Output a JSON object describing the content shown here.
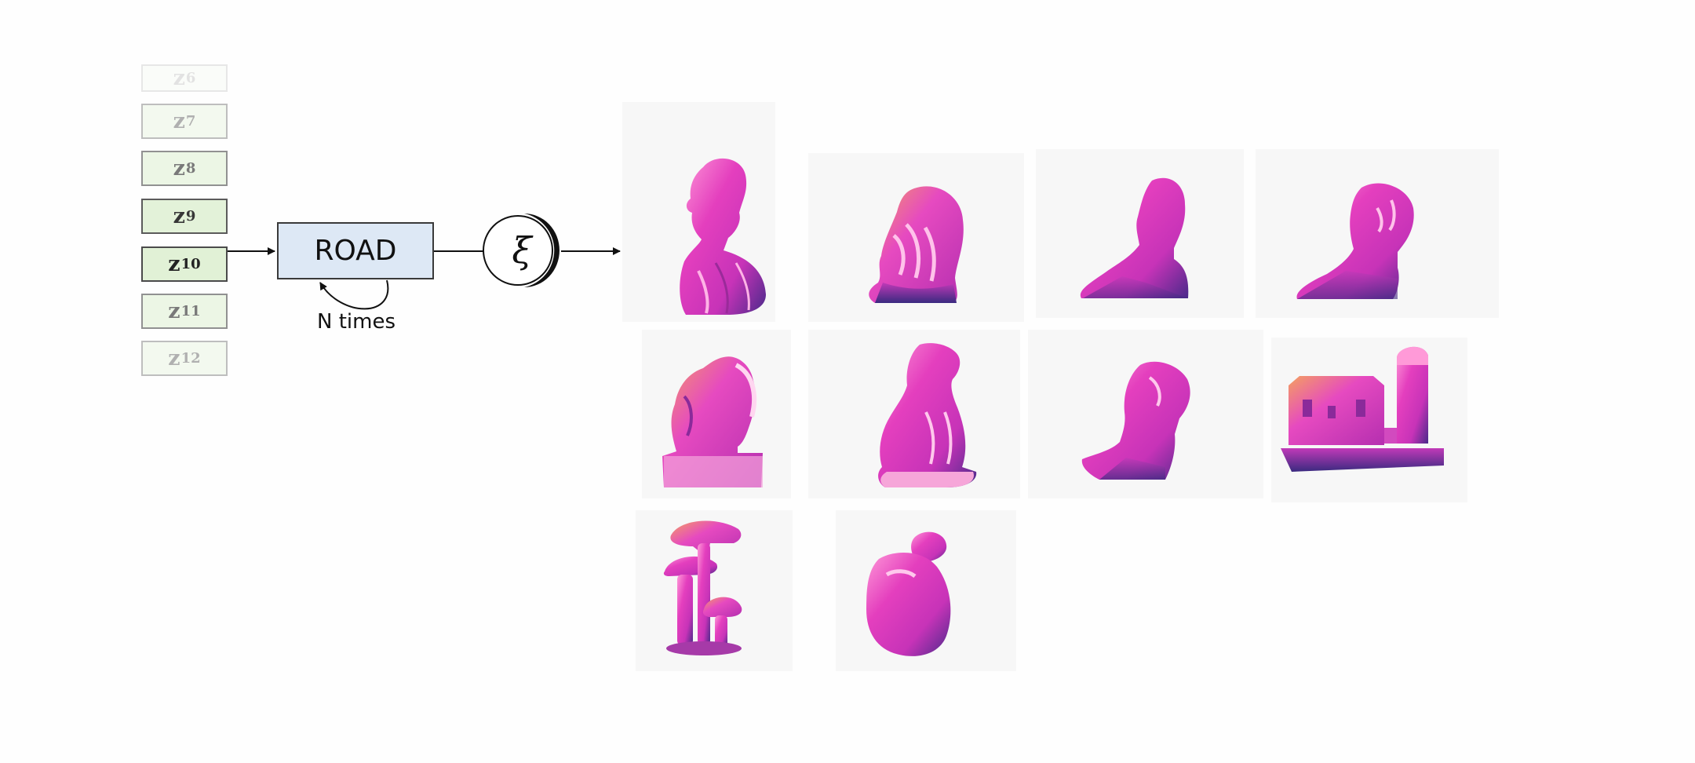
{
  "latents": [
    {
      "base": "z",
      "sub": "6",
      "opacity": 0.12
    },
    {
      "base": "z",
      "sub": "7",
      "opacity": 0.35
    },
    {
      "base": "z",
      "sub": "8",
      "opacity": 0.6
    },
    {
      "base": "z",
      "sub": "9",
      "opacity": 0.9
    },
    {
      "base": "z",
      "sub": "10",
      "opacity": 1.0
    },
    {
      "base": "z",
      "sub": "11",
      "opacity": 0.6
    },
    {
      "base": "z",
      "sub": "12",
      "opacity": 0.35
    }
  ],
  "road_label": "ROAD",
  "loop_label": "N times",
  "xi_symbol": "ξ",
  "models": [
    {
      "name": "bust-toga"
    },
    {
      "name": "bearded-head"
    },
    {
      "name": "bust-upturned-1"
    },
    {
      "name": "bust-upturned-2"
    },
    {
      "name": "gargoyle"
    },
    {
      "name": "sitting-dog"
    },
    {
      "name": "bust-upturned-3"
    },
    {
      "name": "farmhouse-silo"
    },
    {
      "name": "mushrooms"
    },
    {
      "name": "bunny"
    }
  ],
  "colors": {
    "mesh_main": "#e43fbe",
    "mesh_light": "#ff9ad8",
    "mesh_warm": "#f4a060",
    "mesh_dark": "#4a2a8a",
    "latent_fill": "#e1f1d6",
    "road_fill": "#dde8f5"
  }
}
